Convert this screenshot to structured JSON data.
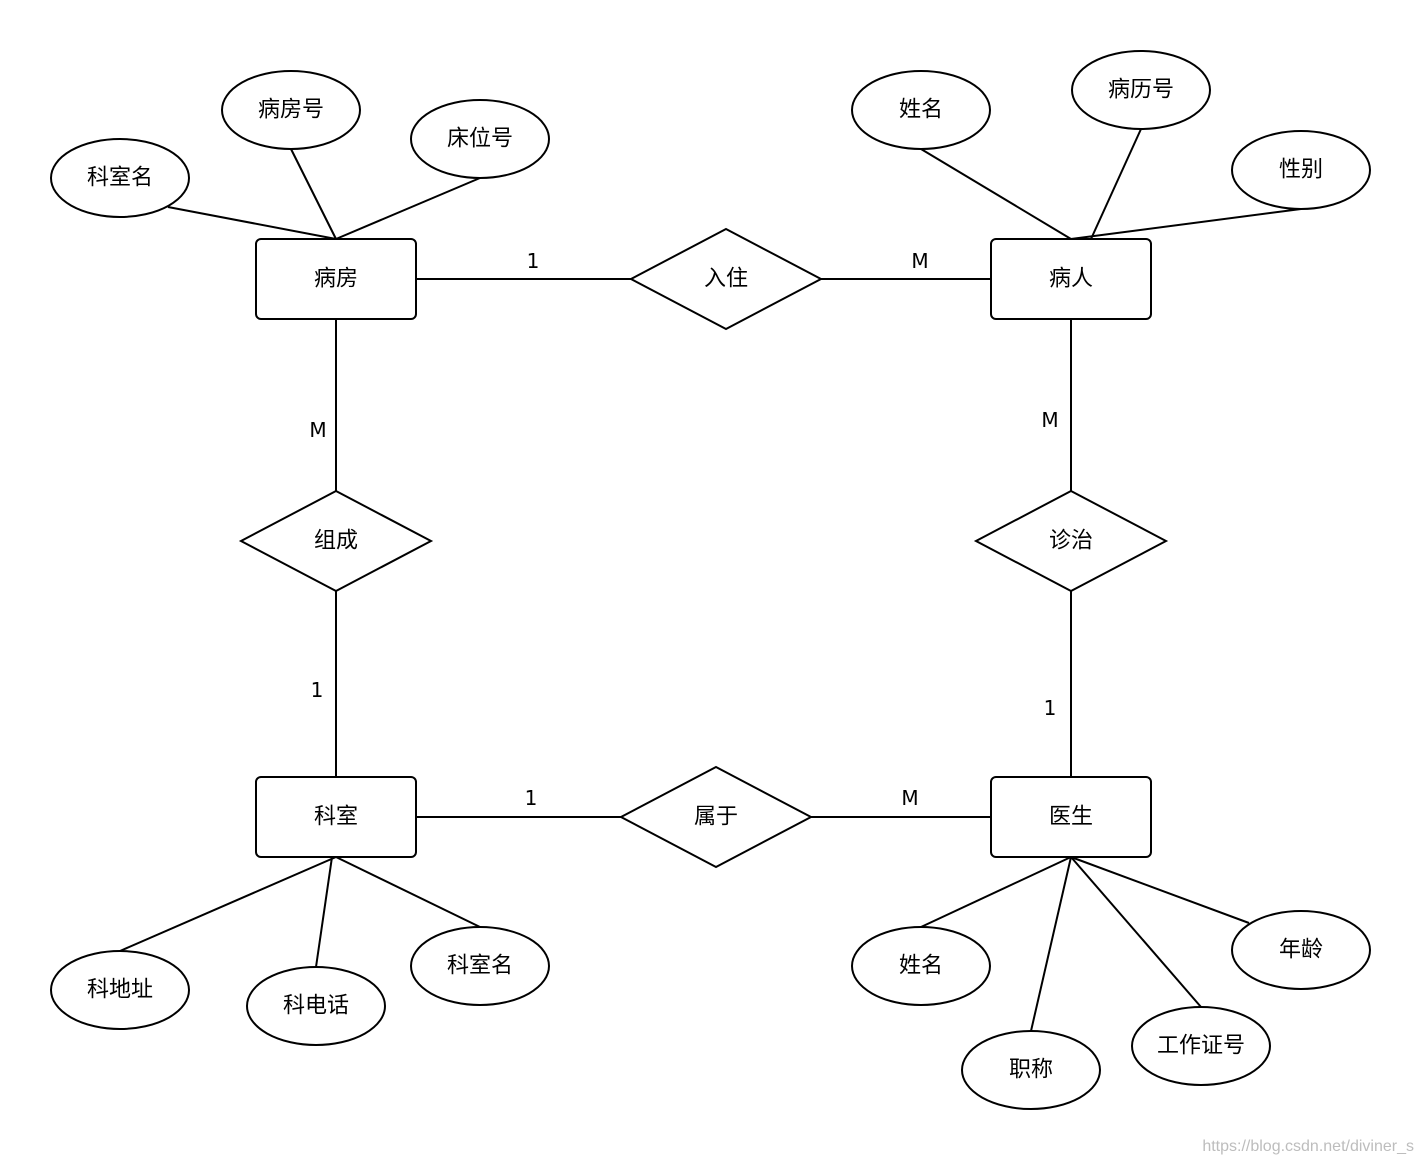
{
  "entities": {
    "ward": "病房",
    "patient": "病人",
    "department": "科室",
    "doctor": "医生"
  },
  "relationships": {
    "stay": "入住",
    "compose": "组成",
    "treat": "诊治",
    "belong": "属于"
  },
  "attributes": {
    "ward_dept_name": "科室名",
    "ward_no": "病房号",
    "bed_no": "床位号",
    "patient_name": "姓名",
    "record_no": "病历号",
    "gender": "性别",
    "dept_address": "科地址",
    "dept_phone": "科电话",
    "dept_name": "科室名",
    "doctor_name": "姓名",
    "title": "职称",
    "work_id": "工作证号",
    "age": "年龄"
  },
  "cardinalities": {
    "ward_stay": "1",
    "patient_stay": "M",
    "ward_compose": "M",
    "dept_compose": "1",
    "patient_treat": "M",
    "doctor_treat": "1",
    "dept_belong": "1",
    "doctor_belong": "M"
  },
  "watermark": "https://blog.csdn.net/diviner_s"
}
